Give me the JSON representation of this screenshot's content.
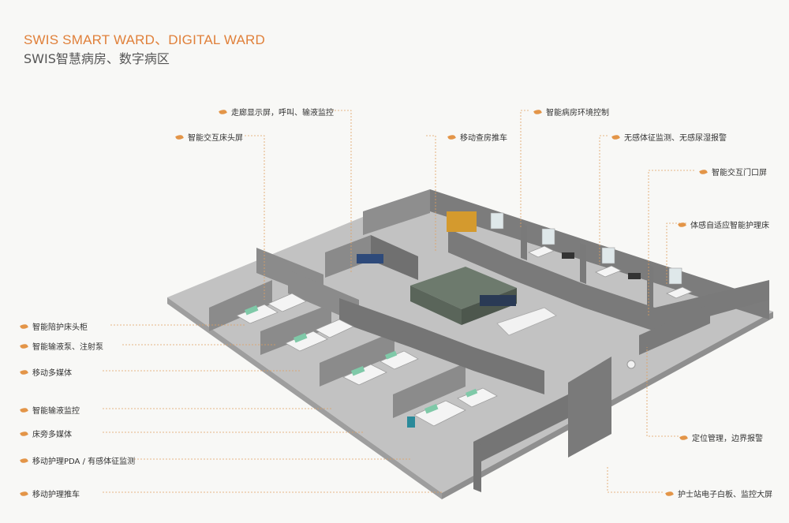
{
  "header": {
    "title_en": "SWIS SMART WARD、DIGITAL WARD",
    "title_zh": "SWIS智慧病房、数字病区"
  },
  "colors": {
    "accent": "#e0803a",
    "leaf": "#e39548",
    "floor": "#bdbdbd",
    "wall": "#8c8c8c",
    "leader": "#e0a060"
  },
  "labels": {
    "corridor_screen": "走廊显示屏，呼叫、输液监控",
    "bedside_screen": "智能交互床头屏",
    "mobile_round_cart": "移动查房推车",
    "ward_env_control": "智能病房环境控制",
    "vital_monitor": "无感体征监测、无感尿湿报警",
    "door_screen": "智能交互门口屏",
    "adaptive_bed": "体感自适应智能护理床",
    "bedside_cabinet": "智能陪护床头柜",
    "infusion_pump": "智能输液泵、注射泵",
    "mobile_media": "移动多媒体",
    "infusion_monitor": "智能输液监控",
    "bedside_media": "床旁多媒体",
    "mobile_pda": "移动护理PDA / 有感体征监测",
    "nursing_cart": "移动护理推车",
    "positioning": "定位管理，边界报警",
    "nurse_station": "护士站电子白板、监控大屏"
  }
}
